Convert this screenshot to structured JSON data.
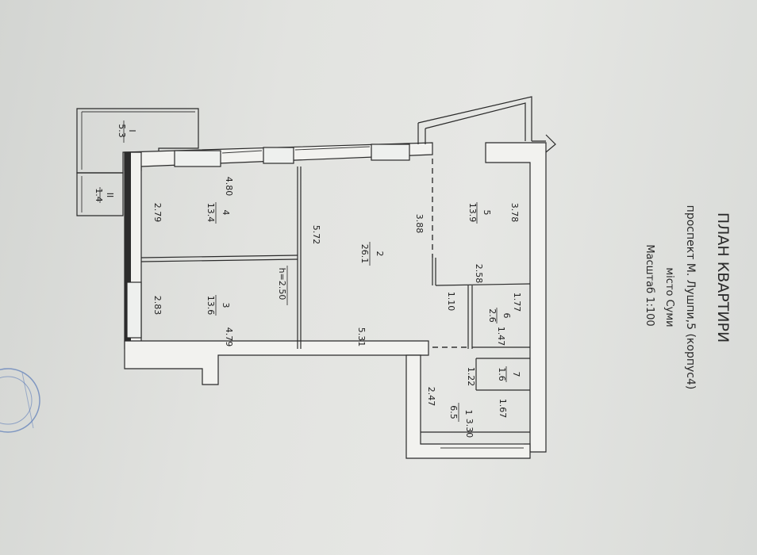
{
  "title": {
    "heading": "ПЛАН КВАРТИРИ",
    "address": "проспект М. Лушпи,5 (корпус4)",
    "city": "місто Суми",
    "scale": "Масштаб 1:100"
  },
  "rooms": [
    {
      "id": "room-1-hall",
      "number": "1",
      "area": "6.5"
    },
    {
      "id": "room-2-living",
      "number": "2",
      "area": "26.1"
    },
    {
      "id": "room-3-bedroom",
      "number": "3",
      "area": "13.6"
    },
    {
      "id": "room-4-bedroom",
      "number": "4",
      "area": "13.4"
    },
    {
      "id": "room-5-kitchen",
      "number": "5",
      "area": "13.9"
    },
    {
      "id": "room-6-bath",
      "number": "6",
      "area": "2.6"
    },
    {
      "id": "room-7-wc",
      "number": "7",
      "area": "1.6"
    },
    {
      "id": "balcony-1",
      "number": "I",
      "area": "5.3"
    },
    {
      "id": "balcony-2",
      "number": "II",
      "area": "1.4"
    }
  ],
  "dimensions": [
    "4.80",
    "2.79",
    "5.72",
    "3.88",
    "3.78",
    "2.58",
    "2.83",
    "4.79",
    "5.31",
    "1.10",
    "1.77",
    "1.47",
    "1.22",
    "1.67",
    "2.47",
    "3.30"
  ],
  "ceiling_height": "h=2.50",
  "colors": {
    "stamp": "#5a7ab8",
    "ink": "#2a2a2a"
  }
}
